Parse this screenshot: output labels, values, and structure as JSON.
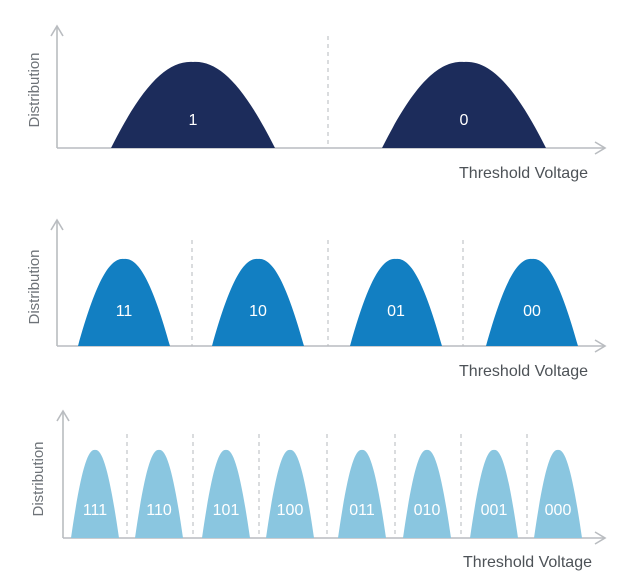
{
  "panels": [
    {
      "name": "slc",
      "ylabel": "Distribution",
      "xlabel": "Threshold Voltage",
      "color": "#1c2c5b",
      "states": [
        "1",
        "0"
      ]
    },
    {
      "name": "mlc",
      "ylabel": "Distribution",
      "xlabel": "Threshold Voltage",
      "color": "#127fc2",
      "states": [
        "11",
        "10",
        "01",
        "00"
      ]
    },
    {
      "name": "tlc",
      "ylabel": "Distribution",
      "xlabel": "Threshold Voltage",
      "color": "#8ac6e0",
      "states": [
        "111",
        "110",
        "101",
        "100",
        "011",
        "010",
        "001",
        "000"
      ]
    }
  ]
}
